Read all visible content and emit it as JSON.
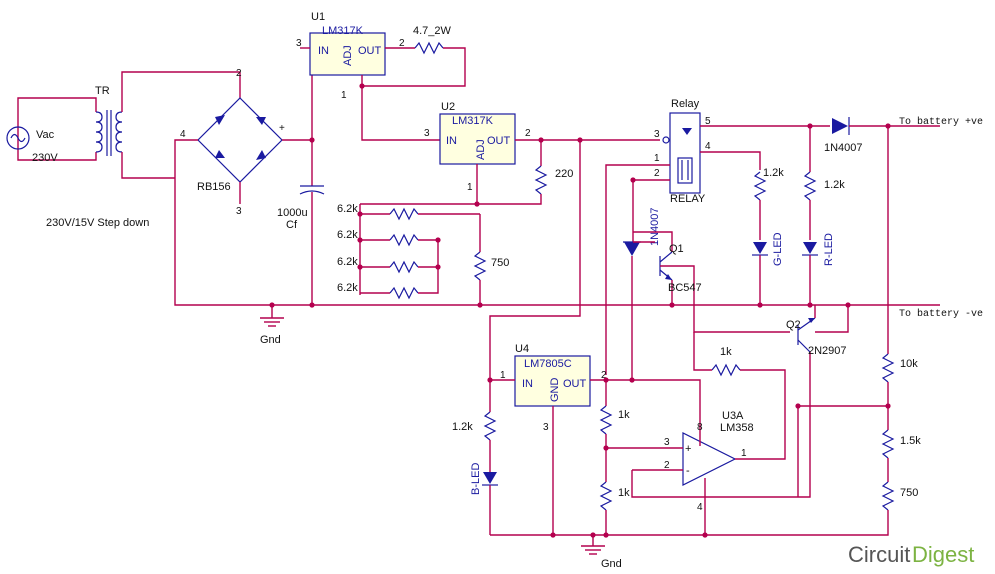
{
  "components": {
    "source": {
      "name": "Vac",
      "value": "230V"
    },
    "transformer": {
      "ref": "TR",
      "note": "230V/15V Step down"
    },
    "bridge": {
      "ref": "RB156",
      "pin2": "2",
      "pin3": "3",
      "pin4": "4"
    },
    "cap": {
      "value": "1000u",
      "ref": "Cf"
    },
    "u1": {
      "ref": "U1",
      "part": "LM317K",
      "in": "IN",
      "out": "OUT",
      "adj": "ADJ",
      "pin1": "1",
      "pin2": "2",
      "pin3": "3"
    },
    "r_47": {
      "value": "4.7_2W"
    },
    "u2": {
      "ref": "U2",
      "part": "LM317K",
      "in": "IN",
      "out": "OUT",
      "adj": "ADJ",
      "pin1": "1",
      "pin2": "2",
      "pin3": "3"
    },
    "r_220": {
      "value": "220"
    },
    "r_62k": [
      "6.2k",
      "6.2k",
      "6.2k",
      "6.2k"
    ],
    "r_750a": {
      "value": "750"
    },
    "relay": {
      "title": "Relay",
      "ref": "RELAY",
      "p1": "1",
      "p2": "2",
      "p3": "3",
      "p4": "4",
      "p5": "5"
    },
    "diode_main": {
      "ref": "1N4007"
    },
    "diode_relay": {
      "ref": "1N4007"
    },
    "q1": {
      "ref": "Q1",
      "part": "BC547"
    },
    "q2": {
      "ref": "Q2",
      "part": "2N2907"
    },
    "g_led": {
      "res": "1.2k",
      "name": "G-LED"
    },
    "r_led": {
      "res": "1.2k",
      "name": "R-LED"
    },
    "u4": {
      "ref": "U4",
      "part": "LM7805C",
      "in": "IN",
      "out": "OUT",
      "gnd": "GND",
      "pin1": "1",
      "pin2": "2",
      "pin3": "3"
    },
    "b_led": {
      "res": "1.2k",
      "name": "B-LED"
    },
    "u3": {
      "ref": "U3A",
      "part": "LM358",
      "plus": "+",
      "minus": "-",
      "p1": "1",
      "p2": "2",
      "p3": "3",
      "p4": "4",
      "p8": "8"
    },
    "r_1k_top": "1k",
    "r_1k_mid": "1k",
    "r_1k_bot": "1k",
    "r_10k": "10k",
    "r_15k": "1.5k",
    "r_750b": "750"
  },
  "labels": {
    "batt_pos": "To battery +ve",
    "batt_neg": "To battery -ve",
    "gnd1": "Gnd",
    "gnd2": "Gnd"
  },
  "logo": {
    "part1": "Circuit",
    "part2": "Digest"
  }
}
